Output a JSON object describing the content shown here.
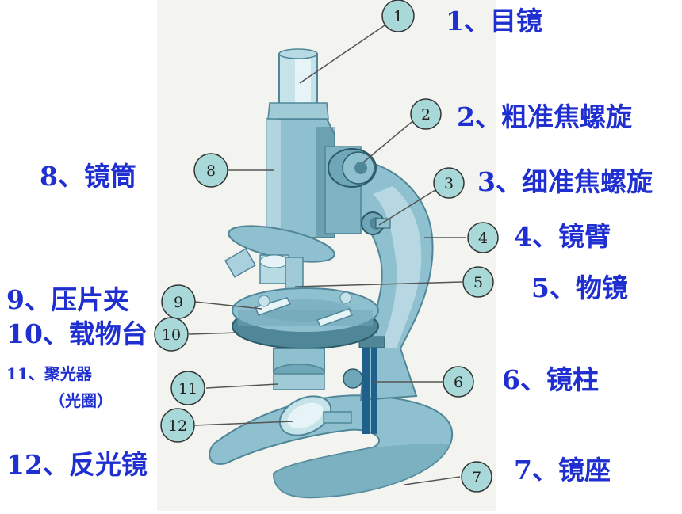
{
  "diagram": {
    "callouts": [
      {
        "num": "1",
        "label": "1、目镜"
      },
      {
        "num": "2",
        "label": "2、粗准焦螺旋"
      },
      {
        "num": "3",
        "label": "3、细准焦螺旋"
      },
      {
        "num": "4",
        "label": "4、镜臂"
      },
      {
        "num": "5",
        "label": "5、物镜"
      },
      {
        "num": "6",
        "label": "6、镜柱"
      },
      {
        "num": "7",
        "label": "7、镜座"
      },
      {
        "num": "8",
        "label": "8、镜筒"
      },
      {
        "num": "9",
        "label": "9、压片夹"
      },
      {
        "num": "10",
        "label": "10、载物台"
      },
      {
        "num": "11",
        "label": "11、聚光器",
        "sublabel": "（光圈）"
      },
      {
        "num": "12",
        "label": "12、反光镜"
      }
    ],
    "colors": {
      "label_text": "#1f2fd0",
      "body_main": "#8fc0cf",
      "body_dark": "#4f8798",
      "body_light": "#c7e3ea",
      "circle_fill": "#a9d8d8",
      "pillar_stripe": "#1f5f8c"
    }
  }
}
